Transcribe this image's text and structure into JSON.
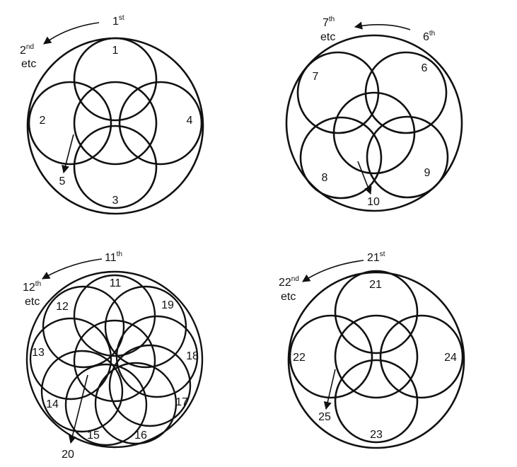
{
  "panels": [
    {
      "id": "a",
      "order_label": {
        "main": "1",
        "sup": "st"
      },
      "next_label": {
        "main": "2",
        "sup": "nd",
        "etc": "etc"
      },
      "rings": [
        "1",
        "2",
        "3",
        "4",
        "5"
      ]
    },
    {
      "id": "b",
      "order_label": {
        "main": "6",
        "sup": "th"
      },
      "next_label": {
        "main": "7",
        "sup": "th",
        "etc": "etc"
      },
      "rings": [
        "6",
        "7",
        "8",
        "9",
        "10"
      ]
    },
    {
      "id": "c",
      "order_label": {
        "main": "11",
        "sup": "th"
      },
      "next_label": {
        "main": "12",
        "sup": "th",
        "etc": "etc"
      },
      "rings": [
        "11",
        "12",
        "13",
        "14",
        "15",
        "16",
        "17",
        "18",
        "19",
        "20"
      ]
    },
    {
      "id": "d",
      "order_label": {
        "main": "21",
        "sup": "st"
      },
      "next_label": {
        "main": "22",
        "sup": "nd",
        "etc": "etc"
      },
      "rings": [
        "21",
        "22",
        "23",
        "24",
        "25"
      ]
    }
  ],
  "colors": {
    "stroke": "#111111",
    "background": "#ffffff"
  }
}
